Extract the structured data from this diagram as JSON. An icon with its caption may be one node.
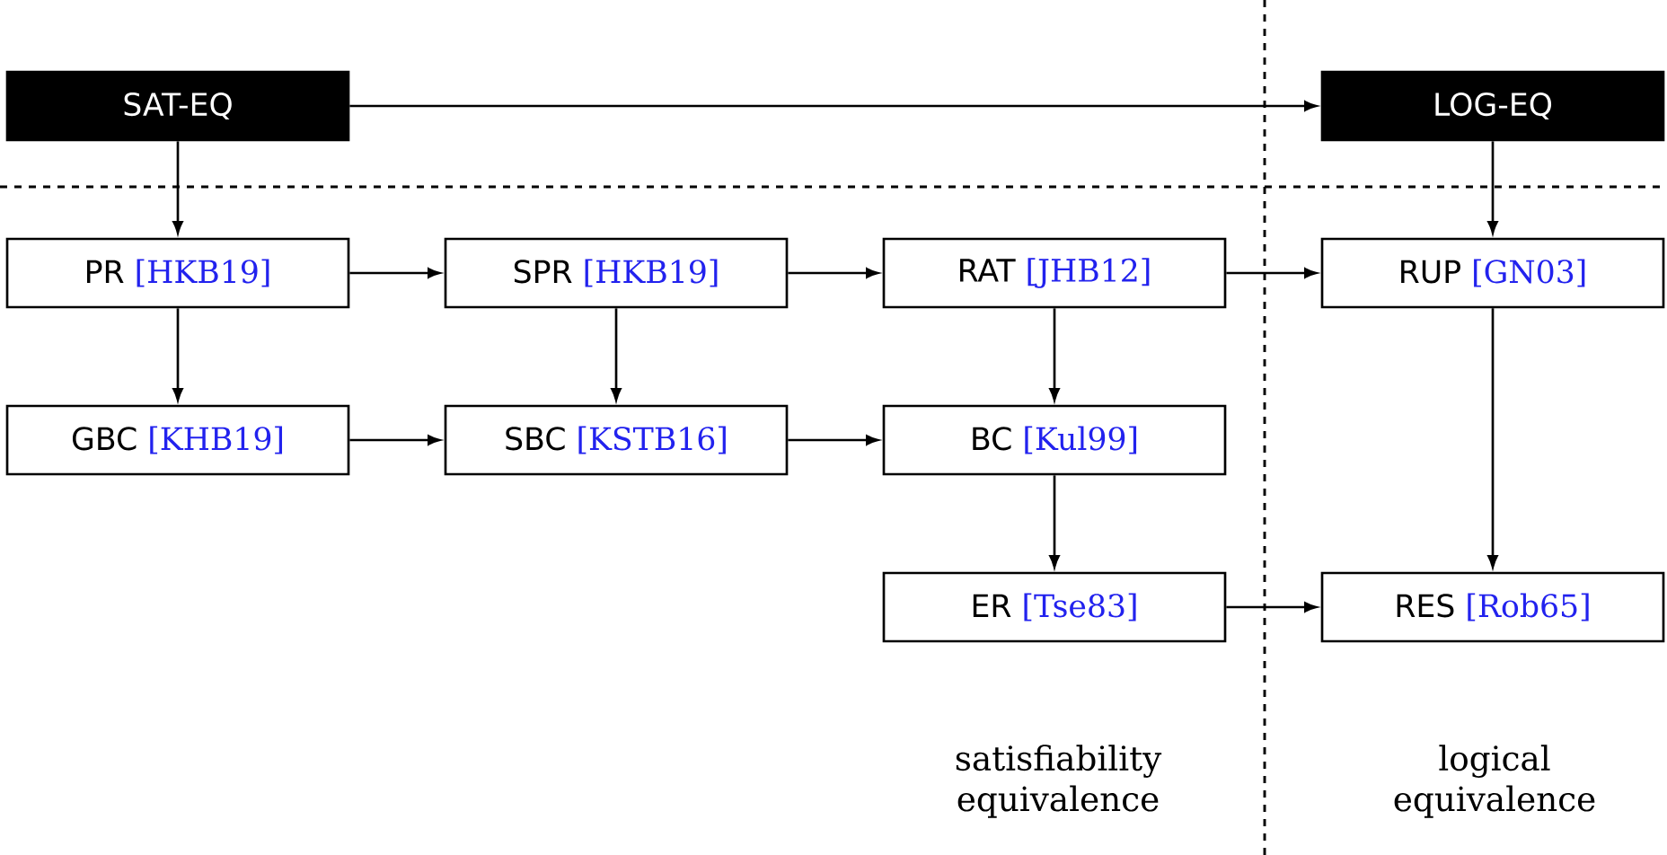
{
  "diagram": {
    "nodes": [
      {
        "text": [
          "SAT-EQ"
        ]
      },
      {
        "text": [
          "LOG-EQ"
        ]
      },
      {
        "text": [
          "PR",
          "[HKB19]"
        ]
      },
      {
        "text": [
          "SPR",
          "[HKB19]"
        ]
      },
      {
        "text": [
          "RAT",
          "[JHB12]"
        ]
      },
      {
        "text": [
          "RUP",
          "[GN03]"
        ]
      },
      {
        "text": [
          "GBC",
          "[KHB19]"
        ]
      },
      {
        "text": [
          "SBC",
          "[KSTB16]"
        ]
      },
      {
        "text": [
          "BC",
          "[Kul99]"
        ]
      },
      {
        "text": [
          "ER",
          "[Tse83]"
        ]
      },
      {
        "text": [
          "RES",
          "[Rob65]"
        ]
      }
    ],
    "edges": [
      {
        "from": 0,
        "to": 1,
        "arrow": "to"
      },
      {
        "from": 0,
        "to": 2,
        "arrow": "to"
      },
      {
        "from": 1,
        "to": 5,
        "arrow": "to"
      },
      {
        "from": 2,
        "to": 3,
        "arrow": "to"
      },
      {
        "from": 3,
        "to": 4,
        "arrow": "to"
      },
      {
        "from": 4,
        "to": 5,
        "arrow": "to"
      },
      {
        "from": 2,
        "to": 6,
        "arrow": "to"
      },
      {
        "from": 3,
        "to": 7,
        "arrow": "to"
      },
      {
        "from": 4,
        "to": 8,
        "arrow": "to"
      },
      {
        "from": 6,
        "to": 7,
        "arrow": "to"
      },
      {
        "from": 7,
        "to": 8,
        "arrow": "to"
      },
      {
        "from": 8,
        "to": 9,
        "arrow": "to"
      },
      {
        "from": 9,
        "to": 10,
        "arrow": "to"
      },
      {
        "from": 5,
        "to": 10,
        "arrow": "to"
      }
    ],
    "labels": [
      "satisfiability equivalence",
      "logical equivalence"
    ]
  }
}
